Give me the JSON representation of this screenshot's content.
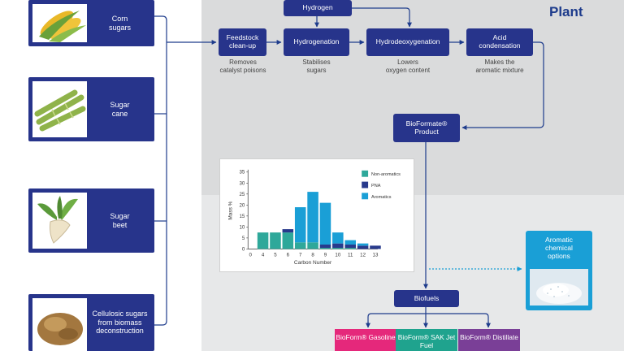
{
  "title": "Plant",
  "feedstocks": [
    {
      "label": "Corn\nsugars",
      "icon": "corn-image"
    },
    {
      "label": "Sugar\ncane",
      "icon": "sugar-cane-image"
    },
    {
      "label": "Sugar\nbeet",
      "icon": "sugar-beet-image"
    },
    {
      "label": "Cellulosic sugars\nfrom biomass\ndeconstruction",
      "icon": "biomass-image"
    }
  ],
  "hydrogen": "Hydrogen",
  "steps": [
    {
      "label": "Feedstock\nclean-up",
      "caption": "Removes\ncatalyst poisons"
    },
    {
      "label": "Hydrogenation",
      "caption": "Stabilises\nsugars"
    },
    {
      "label": "Hydrodeoxygenation",
      "caption": "Lowers\noxygen content"
    },
    {
      "label": "Acid\ncondensation",
      "caption": "Makes the\naromatic mixture"
    }
  ],
  "bioformate": "BioFormate® Product",
  "biofuels": "Biofuels",
  "aromatic_options": "Aromatic\nchemical\noptions",
  "products": [
    {
      "label": "BioForm® Gasoline",
      "color": "#e5287b"
    },
    {
      "label": "BioForm® SAK Jet Fuel",
      "color": "#1fa38e"
    },
    {
      "label": "BioForm® Distillate",
      "color": "#7a3f97"
    }
  ],
  "colors": {
    "box": "#27348b",
    "accent_blue": "#1a9fd6",
    "line": "#1e3c8c"
  },
  "chart_data": {
    "type": "bar",
    "stacked": true,
    "categories": [
      "4",
      "5",
      "6",
      "7",
      "8",
      "9",
      "10",
      "11",
      "12",
      "13"
    ],
    "x_ticks": [
      "0",
      "4",
      "5",
      "6",
      "7",
      "8",
      "9",
      "10",
      "11",
      "12",
      "13"
    ],
    "series": [
      {
        "name": "Non-aromatics",
        "color": "#2ea89a",
        "values": [
          7.5,
          7.5,
          7.5,
          3,
          3,
          0.5,
          0.5,
          0.5,
          0,
          0
        ]
      },
      {
        "name": "PNA",
        "color": "#283a8c",
        "values": [
          0,
          0,
          1.5,
          0,
          0,
          1.5,
          2,
          1.5,
          1.5,
          1.5
        ]
      },
      {
        "name": "Aromatics",
        "color": "#1a9fd6",
        "values": [
          0,
          0,
          0,
          16,
          23,
          19,
          5,
          2,
          1,
          0
        ]
      }
    ],
    "xlabel": "Carbon Number",
    "ylabel": "Mass %",
    "ylim": [
      0,
      35
    ],
    "yticks": [
      0,
      5,
      10,
      15,
      20,
      25,
      30,
      35
    ],
    "legend": "top-right",
    "grid": false
  }
}
